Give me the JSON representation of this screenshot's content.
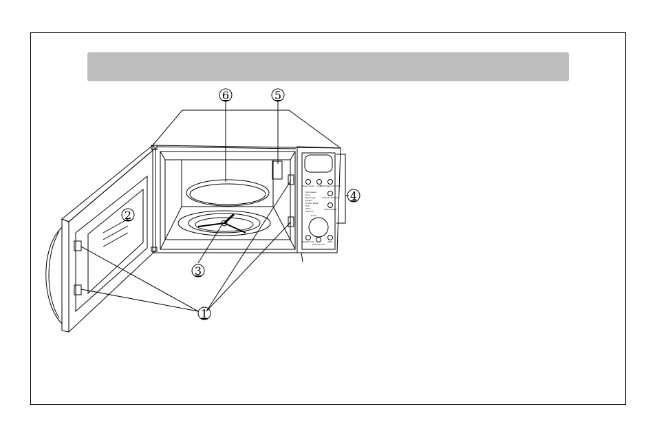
{
  "callouts": {
    "c1": "1",
    "c2": "2",
    "c3": "3",
    "c4": "4",
    "c5": "5",
    "c6": "6"
  },
  "control_panel": {
    "row1": [
      "Power Level",
      "Clock",
      "Multi-Stage Cooking"
    ],
    "menu_items": [
      "Microwave",
      "Rice",
      "Beverage",
      "Potato",
      "Frozen Pizza",
      "Fish",
      "Pizza",
      "Popcorn"
    ],
    "side_buttons": [
      "Express Defrost",
      "Auto Defrost"
    ],
    "dial_label": "Timer",
    "bottom_row": [
      "Weight Adj.",
      "Start"
    ],
    "stop_label": "Stop/Cancel"
  }
}
